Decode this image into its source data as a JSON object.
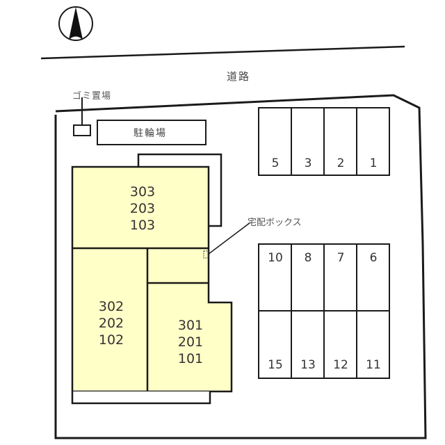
{
  "colors": {
    "building_fill": "#ffffc8",
    "line": "#1a1a1a",
    "background": "#ffffff"
  },
  "compass": {
    "icon": "north-arrow-icon",
    "direction": "N"
  },
  "labels": {
    "road": "道路",
    "garbage": "ゴミ置場",
    "bicycle_parking": "駐輪場",
    "delivery_box": "宅配ボックス"
  },
  "building": {
    "units": [
      {
        "id": "block-north",
        "rooms": [
          "303",
          "203",
          "103"
        ]
      },
      {
        "id": "block-west",
        "rooms": [
          "302",
          "202",
          "102"
        ]
      },
      {
        "id": "block-east",
        "rooms": [
          "301",
          "201",
          "101"
        ]
      }
    ]
  },
  "parking": {
    "row_top": [
      "5",
      "3",
      "2",
      "1"
    ],
    "row_middle": [
      "10",
      "8",
      "7",
      "6"
    ],
    "row_bottom": [
      "15",
      "13",
      "12",
      "11"
    ]
  }
}
